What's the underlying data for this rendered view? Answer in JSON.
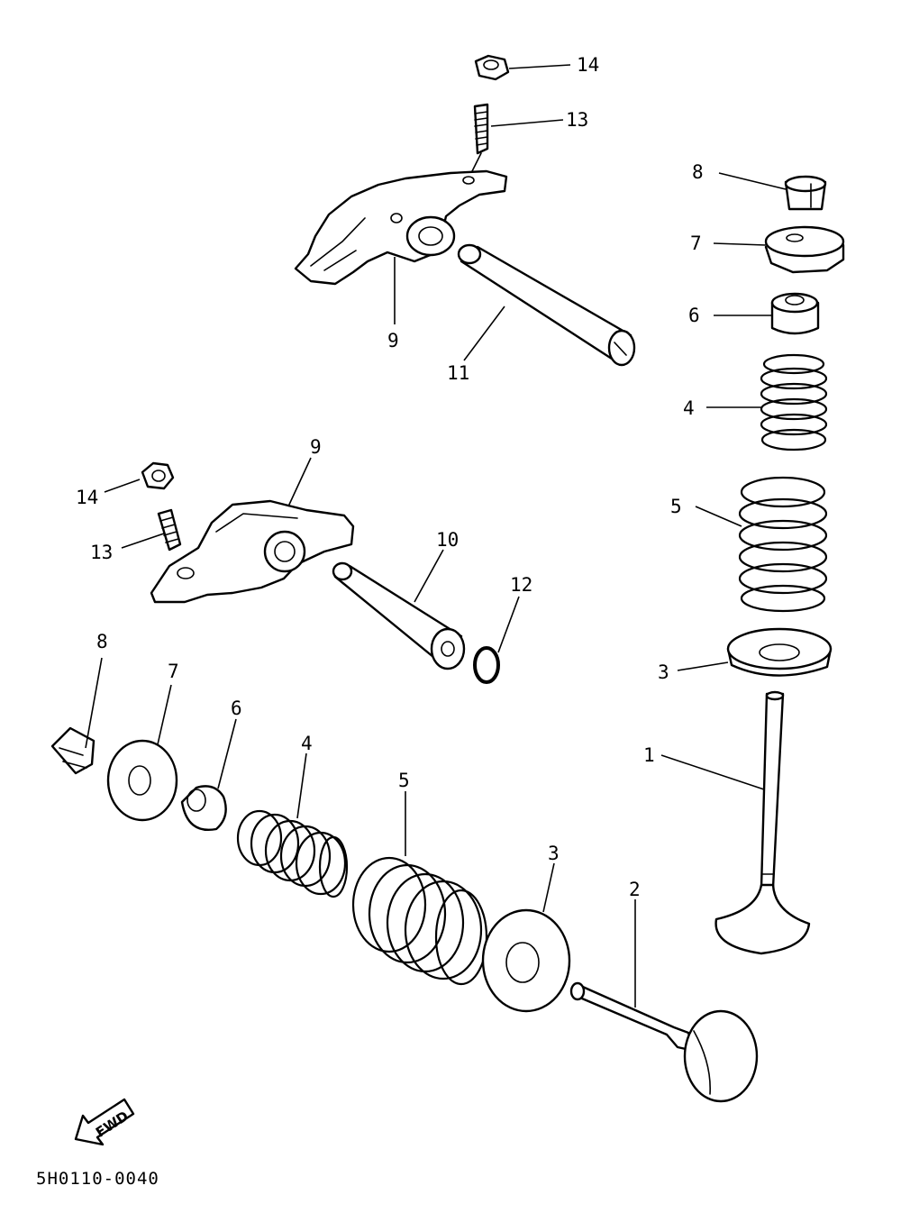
{
  "diagram": {
    "code": "5H0110-0040",
    "direction_label": "FWD",
    "callouts": [
      {
        "id": "c1",
        "text": "1"
      },
      {
        "id": "c2",
        "text": "2"
      },
      {
        "id": "c3a",
        "text": "3"
      },
      {
        "id": "c3b",
        "text": "3"
      },
      {
        "id": "c4a",
        "text": "4"
      },
      {
        "id": "c4b",
        "text": "4"
      },
      {
        "id": "c5a",
        "text": "5"
      },
      {
        "id": "c5b",
        "text": "5"
      },
      {
        "id": "c6a",
        "text": "6"
      },
      {
        "id": "c6b",
        "text": "6"
      },
      {
        "id": "c7a",
        "text": "7"
      },
      {
        "id": "c7b",
        "text": "7"
      },
      {
        "id": "c8a",
        "text": "8"
      },
      {
        "id": "c8b",
        "text": "8"
      },
      {
        "id": "c9a",
        "text": "9"
      },
      {
        "id": "c9b",
        "text": "9"
      },
      {
        "id": "c10",
        "text": "10"
      },
      {
        "id": "c11",
        "text": "11"
      },
      {
        "id": "c12",
        "text": "12"
      },
      {
        "id": "c13a",
        "text": "13"
      },
      {
        "id": "c13b",
        "text": "13"
      },
      {
        "id": "c14a",
        "text": "14"
      },
      {
        "id": "c14b",
        "text": "14"
      }
    ]
  }
}
